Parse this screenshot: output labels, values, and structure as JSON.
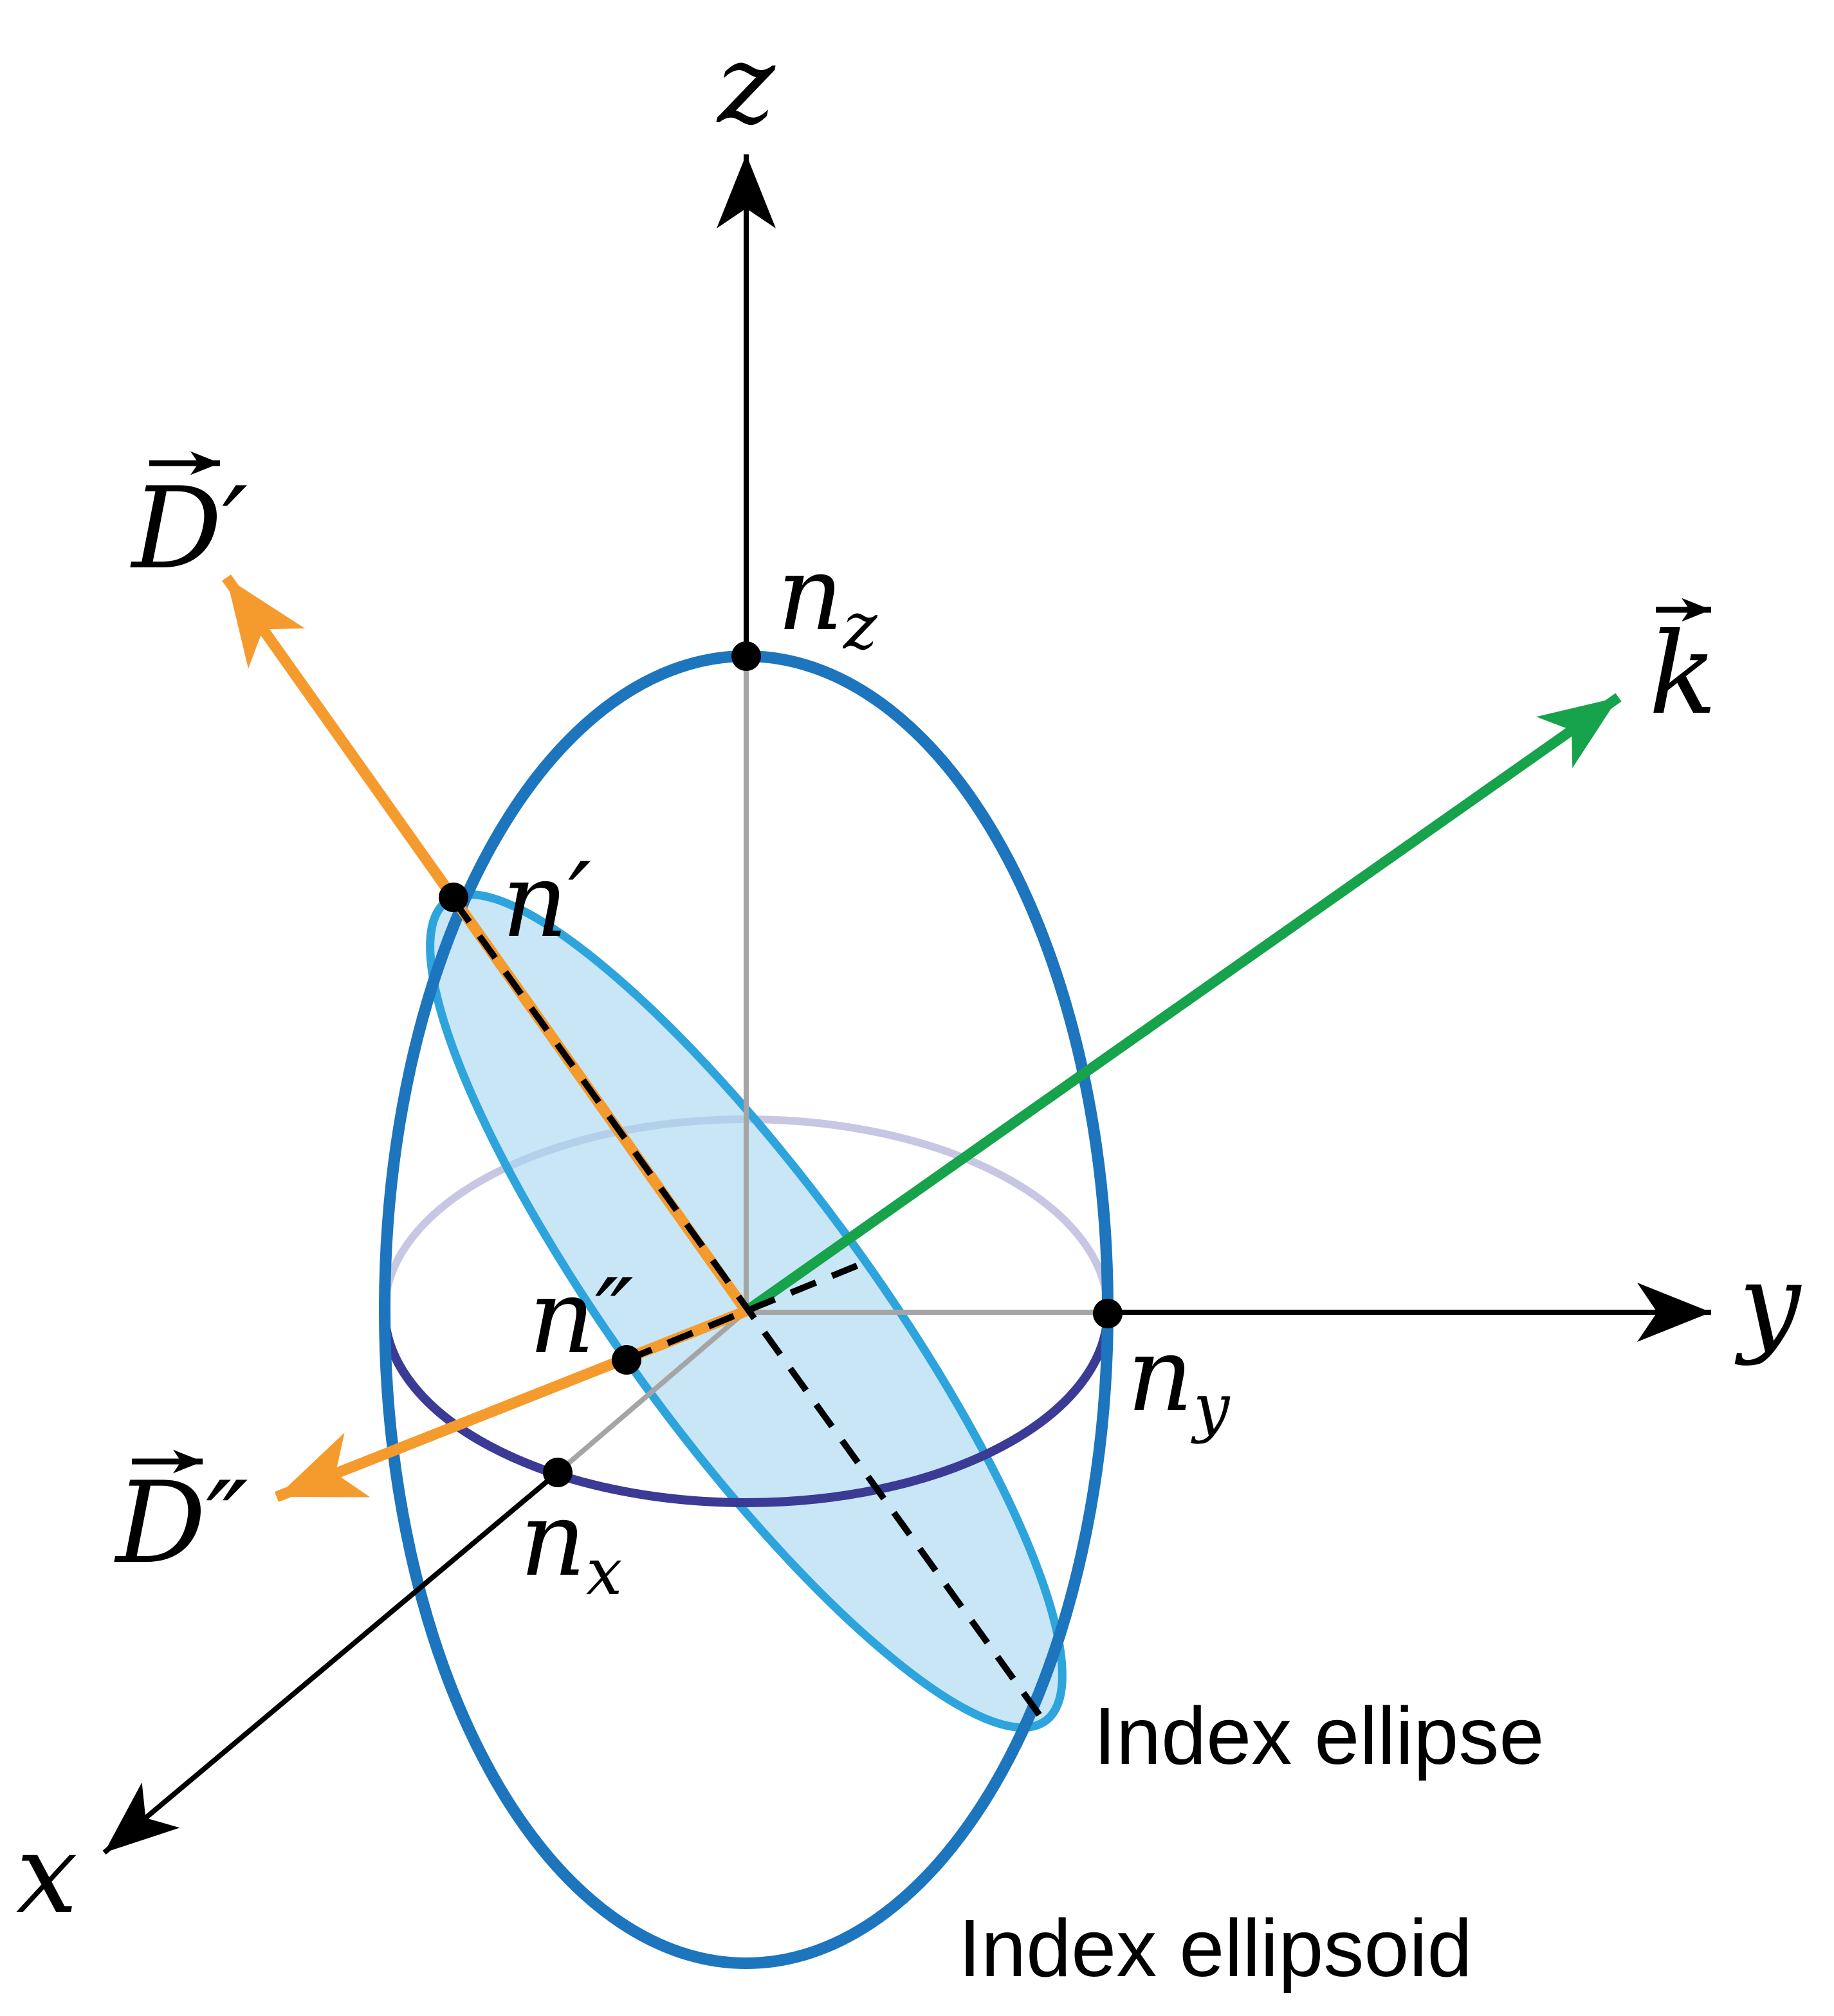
{
  "figure": "index-ellipsoid-diagram",
  "axis_labels": {
    "x": "x",
    "y": "y",
    "z": "z"
  },
  "point_labels": {
    "n_z": {
      "base": "n",
      "sub": "z"
    },
    "n_y": {
      "base": "n",
      "sub": "y"
    },
    "n_x": {
      "base": "n",
      "sub": "x"
    },
    "n_prime": "n′",
    "n_double_prime": "n″"
  },
  "vector_labels": {
    "d_prime": "D′",
    "d_double_prime": "D″",
    "k": "k"
  },
  "captions": {
    "index_ellipse": "Index ellipse",
    "index_ellipsoid": "Index ellipsoid"
  },
  "colors": {
    "ellipsoid_outline": "#1c75bd",
    "index_ellipse_edge": "#2ea4dc",
    "index_ellipse_fill": "#cfe9f6",
    "equator_front": "#3b3b96",
    "equator_back": "#c7c7e3",
    "d_vectors_orange": "#f59b2d",
    "k_vector_green": "#17a24c",
    "interior_axis_gray": "#a5a5a5",
    "ink": "#000000",
    "background": "#ffffff"
  }
}
